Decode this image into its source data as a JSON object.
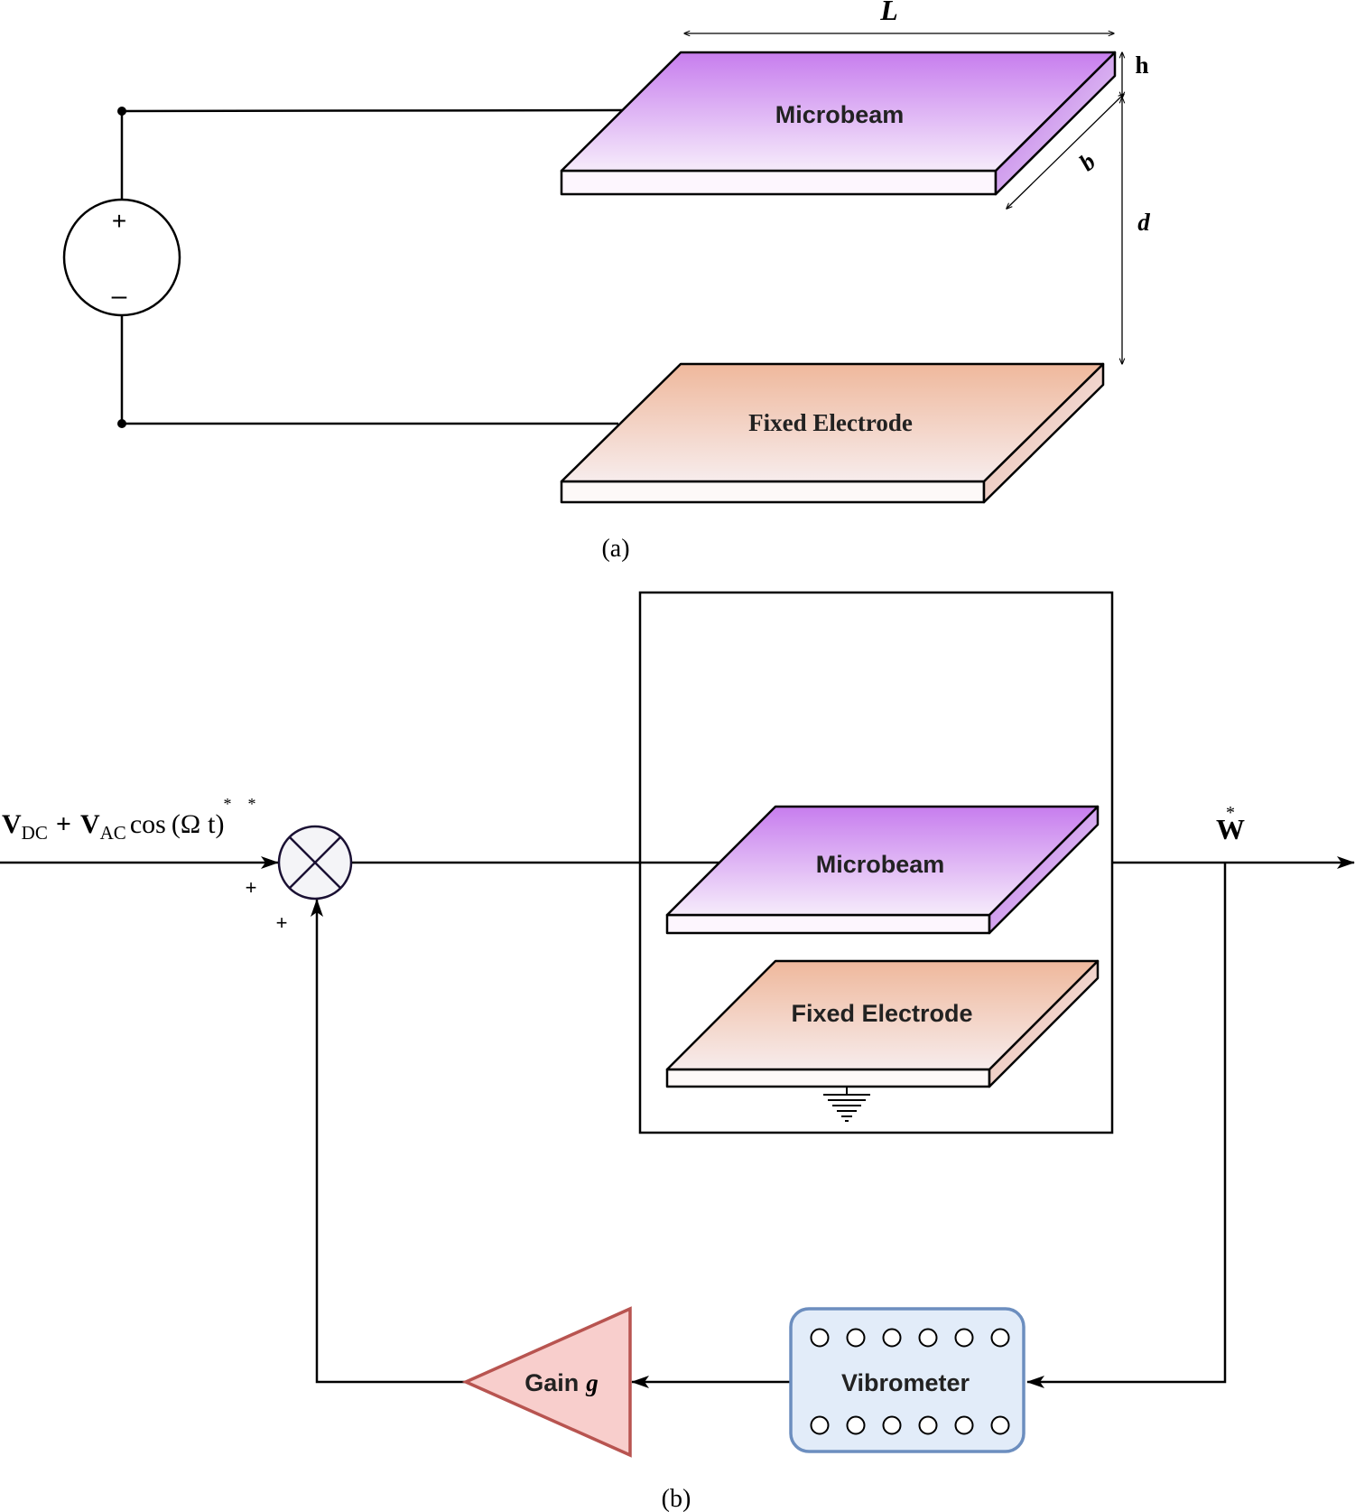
{
  "panel_a": {
    "caption": "(a)",
    "microbeam_label": "Microbeam",
    "electrode_label": "Fixed Electrode",
    "dim_L": "L",
    "dim_h": "h",
    "dim_b": "b",
    "dim_d": "d",
    "source_plus": "+",
    "source_minus": "–"
  },
  "panel_b": {
    "caption": "(b)",
    "input": {
      "v1": "V",
      "v1_sub": "DC",
      "plus": "+",
      "v2": "V",
      "v2_sub": "AC",
      "cos": "cos",
      "open": "(",
      "omega": "Ω",
      "t": "t",
      "close": ")",
      "star": "*"
    },
    "sum_sign_top": "+",
    "sum_sign_bottom": "+",
    "microbeam_label": "Microbeam",
    "electrode_label": "Fixed Electrode",
    "output_label": "W",
    "output_star": "*",
    "vibrometer_label": "Vibrometer",
    "gain_label": "Gain",
    "gain_symbol": "g"
  },
  "colors": {
    "microbeam_top": "#c77dee",
    "microbeam_bottom": "#f6ecfb",
    "electrode_top": "#efb89c",
    "electrode_bottom": "#f7ecec",
    "vibrometer_fill": "#e2ecf9",
    "vibrometer_stroke": "#6c8ebf",
    "gain_fill": "#f8cecc",
    "gain_stroke": "#b85450"
  }
}
